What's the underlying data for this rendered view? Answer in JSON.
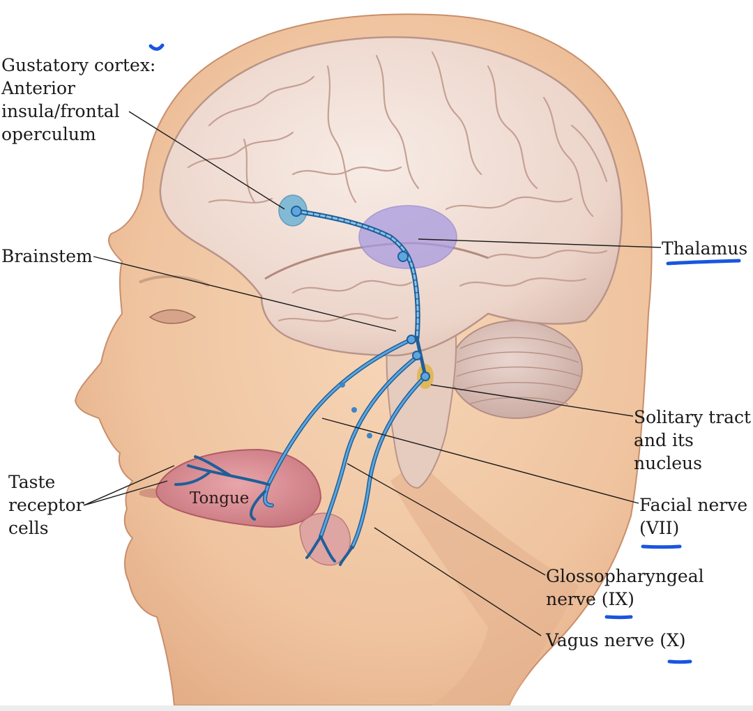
{
  "labels": {
    "gustatory": [
      "Gustatory cortex:",
      "Anterior",
      "insula/frontal",
      "operculum"
    ],
    "brainstem": "Brainstem",
    "thalamus": "Thalamus",
    "solitary": [
      "Solitary tract",
      "and its",
      "nucleus"
    ],
    "taste": [
      "Taste",
      "receptor",
      "cells"
    ],
    "tongue": "Tongue",
    "facial": [
      "Facial nerve",
      "(VII)"
    ],
    "glosso": [
      "Glossopharyngeal",
      "nerve (IX)"
    ],
    "vagus": "Vagus nerve (X)"
  },
  "colors": {
    "skin": "#f1c9a5",
    "brain": "#ecd6cc",
    "nerve": "#3d85c6",
    "annotation": "#1a55e0",
    "thalamus": "#a99be0",
    "insula": "#6fb4d6"
  }
}
